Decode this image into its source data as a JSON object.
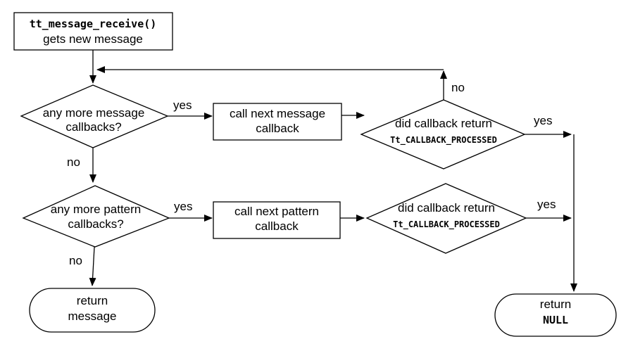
{
  "diagram": {
    "type": "flowchart",
    "background_color": "#ffffff",
    "line_color": "#000000",
    "text_color": "#000000",
    "nodes": {
      "start": {
        "shape": "rectangle",
        "line1": "tt_message_receive()",
        "line2": "gets new message"
      },
      "msg_decision": {
        "shape": "diamond",
        "line1": "any more message",
        "line2": "callbacks?"
      },
      "call_msg": {
        "shape": "rectangle",
        "line1": "call next message",
        "line2": "callback"
      },
      "msg_processed": {
        "shape": "diamond",
        "line1": "did callback return",
        "line2": "Tt_CALLBACK_PROCESSED"
      },
      "pat_decision": {
        "shape": "diamond",
        "line1": "any more pattern",
        "line2": "callbacks?"
      },
      "call_pat": {
        "shape": "rectangle",
        "line1": "call next pattern",
        "line2": "callback"
      },
      "pat_processed": {
        "shape": "diamond",
        "line1": "did callback return",
        "line2": "Tt_CALLBACK_PROCESSED"
      },
      "return_message": {
        "shape": "terminator",
        "line1": "return",
        "line2": "message"
      },
      "return_null": {
        "shape": "terminator",
        "line1": "return",
        "line2": "NULL"
      }
    },
    "edge_labels": {
      "msg_yes": "yes",
      "msg_no": "no",
      "msgproc_no": "no",
      "msgproc_yes": "yes",
      "pat_yes": "yes",
      "pat_no": "no",
      "patproc_yes": "yes"
    }
  }
}
